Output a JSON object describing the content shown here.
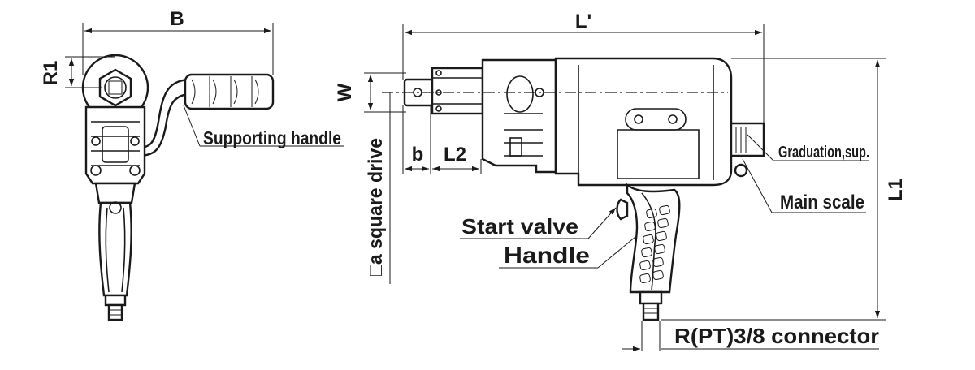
{
  "dimensions": {
    "B": "B",
    "R1": "R1",
    "W": "W",
    "L_prime": "L'",
    "L1": "L1",
    "b": "b",
    "L2": "L2"
  },
  "labels": {
    "supporting_handle": "Supporting handle",
    "square_drive": "□a square drive",
    "graduation_sup": "Graduation,sup.",
    "main_scale": "Main scale",
    "start_valve": "Start valve",
    "handle": "Handle",
    "connector": "R(PT)3/8 connector"
  }
}
